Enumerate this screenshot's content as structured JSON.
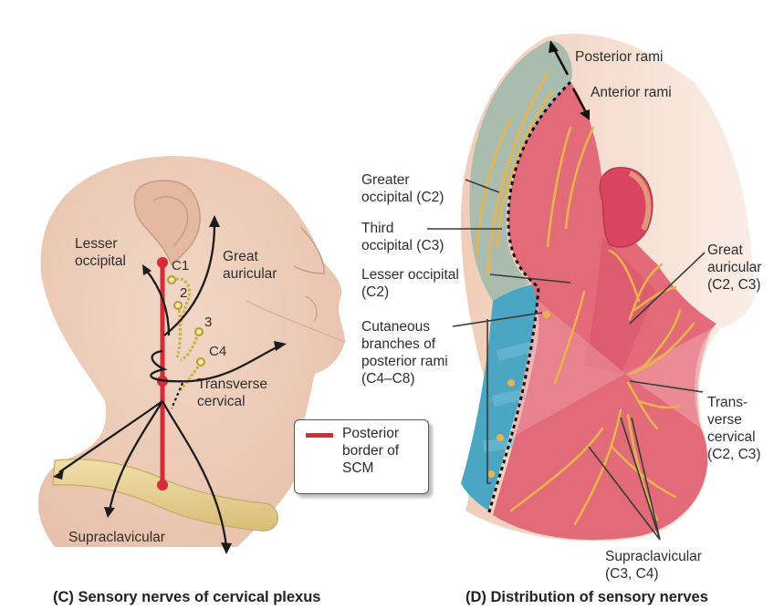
{
  "panel_c": {
    "caption": "(C) Sensory nerves of cervical plexus",
    "labels": {
      "lesser_occipital": "Lesser\noccipital",
      "great_auricular": "Great\nauricular",
      "transverse_cervical": "Transverse\ncervical",
      "supraclavicular": "Supraclavicular",
      "c1": "C1",
      "c2": "2",
      "c3": "3",
      "c4": "C4"
    },
    "legend": {
      "text": "Posterior\nborder of\nSCM",
      "color": "#d82b36"
    }
  },
  "panel_d": {
    "caption": "(D) Distribution of sensory nerves",
    "labels": {
      "posterior_rami": "Posterior rami",
      "anterior_rami": "Anterior rami",
      "greater_occipital": "Greater\noccipital (C2)",
      "third_occipital": "Third\noccipital (C3)",
      "lesser_occipital": "Lesser occipital\n(C2)",
      "cutaneous_posterior": "Cutaneous\nbranches of\nposterior rami\n(C4–C8)",
      "great_auricular": "Great\nauricular\n(C2, C3)",
      "transverse_cervical": "Trans-\nverse\ncervical\n(C2, C3)",
      "supraclavicular": "Supraclavicular\n(C3, C4)"
    },
    "region_colors": {
      "posterior_head": "#a9bcae",
      "posterior_neck": "#4aa6c2",
      "anterior": "#e36a78",
      "skin": "#f1cdb8",
      "nerve": "#e9b54a"
    }
  }
}
